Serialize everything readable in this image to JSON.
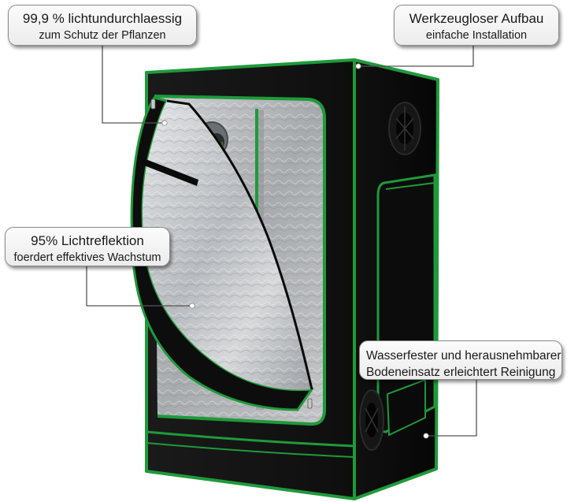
{
  "callouts": {
    "light_proof": {
      "title": "99,9 % lichtundurchlaessig",
      "subtitle": "zum Schutz der Pflanzen"
    },
    "toolless": {
      "title": "Werkzeugloser Aufbau",
      "subtitle": "einfache Installation"
    },
    "reflection": {
      "title": "95% Lichtreflektion",
      "subtitle": "foerdert effektives Wachstum"
    },
    "floor": {
      "title": "Wasserfester und herausnehmbarer",
      "subtitle": "Bodeneinsatz erleichtert Reinigung"
    }
  },
  "colors": {
    "tent_body": "#121212",
    "tent_side": "#0b0b0b",
    "piping": "#1f9a3a",
    "mylar": "#c9cbcd",
    "callout_border": "#8a8a8a"
  },
  "icons": {
    "vent": "circular-vent-icon",
    "zipper": "zipper-pull-icon"
  }
}
